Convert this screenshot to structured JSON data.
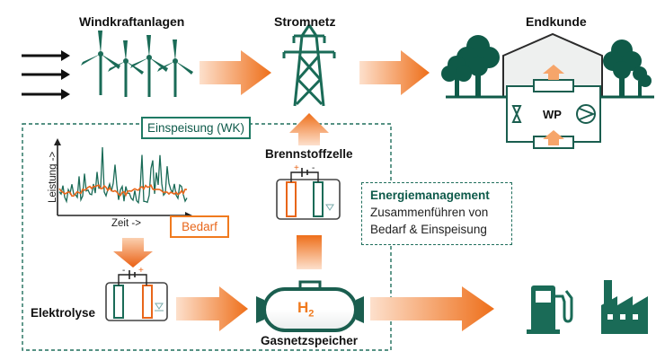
{
  "labels": {
    "wind": "Windkraftanlagen",
    "grid": "Stromnetz",
    "customer": "Endkunde",
    "heat_pump": "WP",
    "fuel_cell": "Brennstoffzelle",
    "electrolysis": "Elektrolyse",
    "gas_storage": "Gasnetzspeicher",
    "h2": "H",
    "h2_sub": "2"
  },
  "chart": {
    "feed_in_label": "Einspeisung (WK)",
    "demand_label": "Bedarf",
    "y_axis": "Leistung ->",
    "x_axis": "Zeit ->"
  },
  "energy_management": {
    "title": "Energiemanagement",
    "line1": "Zusammenführen von",
    "line2": "Bedarf & Einspeisung"
  },
  "colors": {
    "green": "#1a6b57",
    "orange": "#f07a1e",
    "light_orange": "#fbd3b5",
    "tree_green": "#0f5a48"
  },
  "icons": [
    "arrow-right-icon",
    "wind-turbine-icon",
    "transmission-tower-icon",
    "house-icon",
    "tree-icon",
    "heat-pump-icon",
    "fuel-cell-icon",
    "electrolyzer-icon",
    "gas-tank-icon",
    "fuel-pump-icon",
    "factory-icon"
  ]
}
